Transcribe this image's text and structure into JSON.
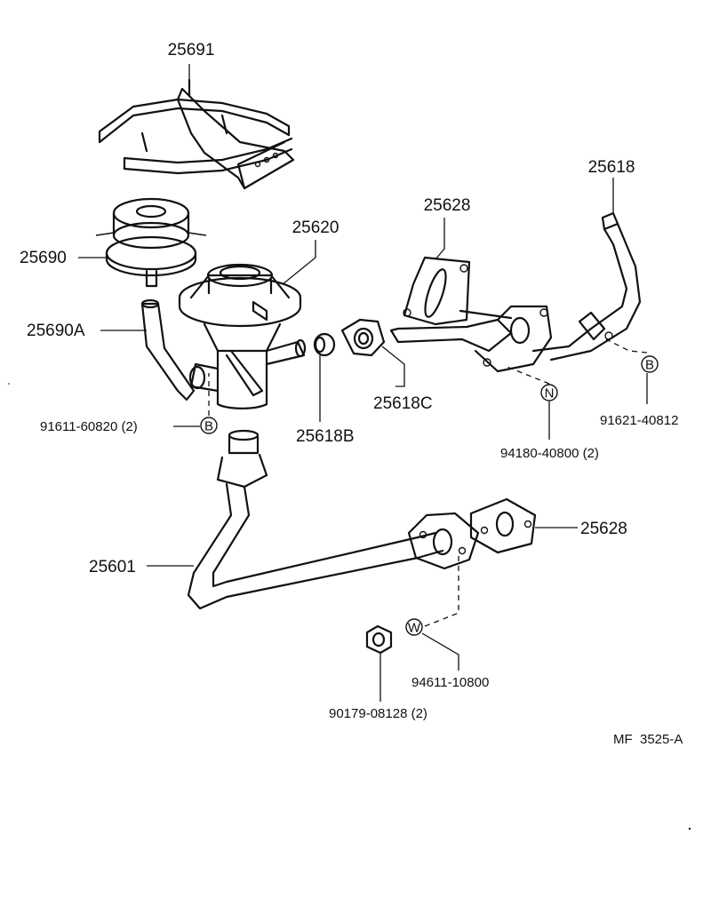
{
  "callouts": {
    "p25691": "25691",
    "p25690": "25690",
    "p25620": "25620",
    "p25628_top": "25628",
    "p25618": "25618",
    "p25690A": "25690A",
    "p25618C": "25618C",
    "p25618B": "25618B",
    "p91611": "91611-60820 (2)",
    "p91621": "91621-40812",
    "p94180": "94180-40800 (2)",
    "p25601": "25601",
    "p25628_bottom": "25628",
    "p94611": "94611-10800",
    "p90179": "90179-08128 (2)",
    "code": "MF  3525-A"
  },
  "markers": {
    "b_left": "B",
    "b_right": "B",
    "n": "N",
    "w": "W"
  }
}
